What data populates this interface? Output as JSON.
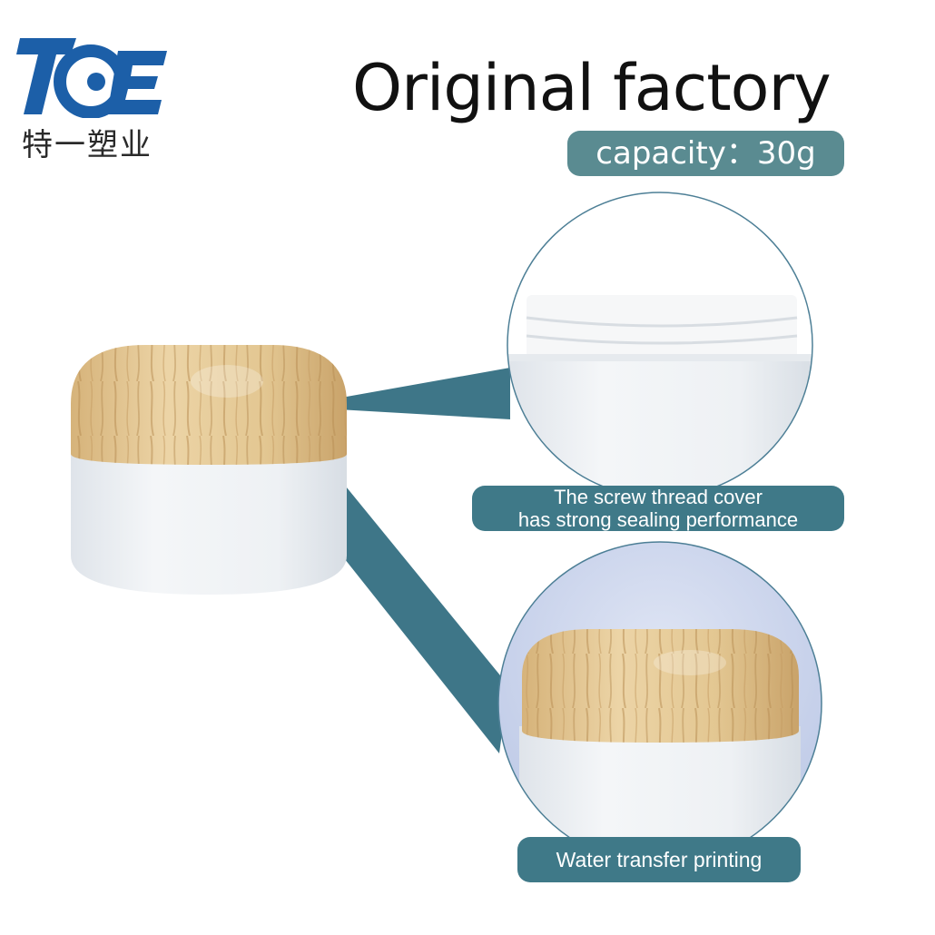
{
  "logo": {
    "mark": "TOE",
    "chinese": "特一塑业",
    "colors": {
      "blue": "#1c5fa8",
      "dark": "#222222"
    }
  },
  "header": {
    "title": "Original factory",
    "capacity": "capacity：30g"
  },
  "callouts": [
    {
      "line1": "The screw thread cover",
      "line2": "has strong sealing performance"
    },
    {
      "text": "Water transfer printing"
    }
  ],
  "colors": {
    "badge": "#5a8b91",
    "caption": "#3f7988",
    "pointer": "#3e7688",
    "wood": "#e2c793",
    "jar_white": "#eef1f4",
    "circle_border": "#4d7f96",
    "circle2_bg": "#c9d3ec"
  }
}
